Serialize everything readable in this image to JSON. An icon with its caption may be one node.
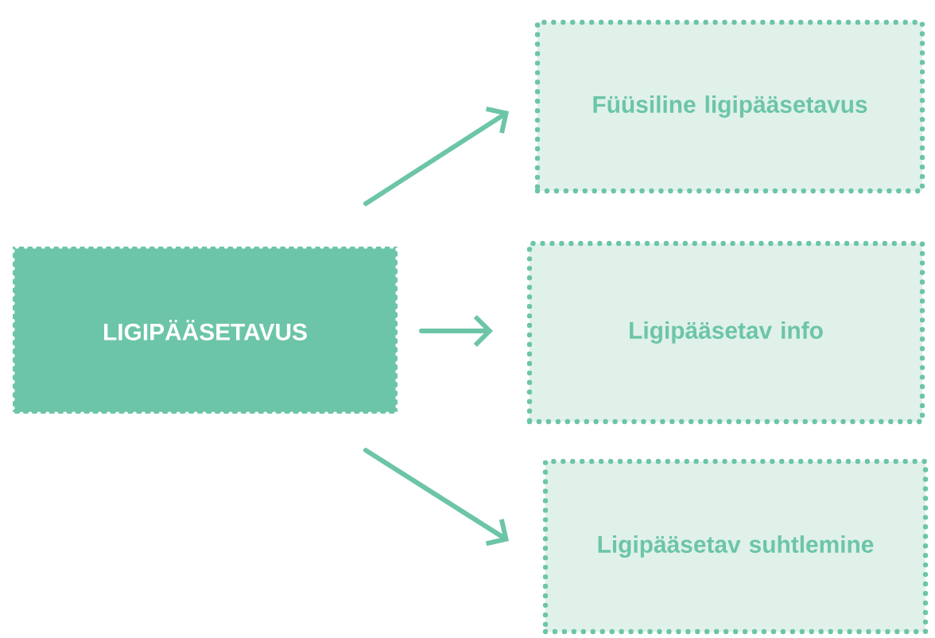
{
  "diagram": {
    "nodes": [
      {
        "text": [
          "LIGIPÄÄSETAVUS"
        ]
      },
      {
        "text": [
          "Füüsiline ligipääsetavus"
        ]
      },
      {
        "text": [
          "Ligipääsetav info"
        ]
      },
      {
        "text": [
          "Ligipääsetav suhtlemine"
        ]
      }
    ],
    "edges": [
      {
        "from": 0,
        "to": 1,
        "arrow": "to"
      },
      {
        "from": 0,
        "to": 2,
        "arrow": "to"
      },
      {
        "from": 0,
        "to": 3,
        "arrow": "to"
      }
    ]
  }
}
